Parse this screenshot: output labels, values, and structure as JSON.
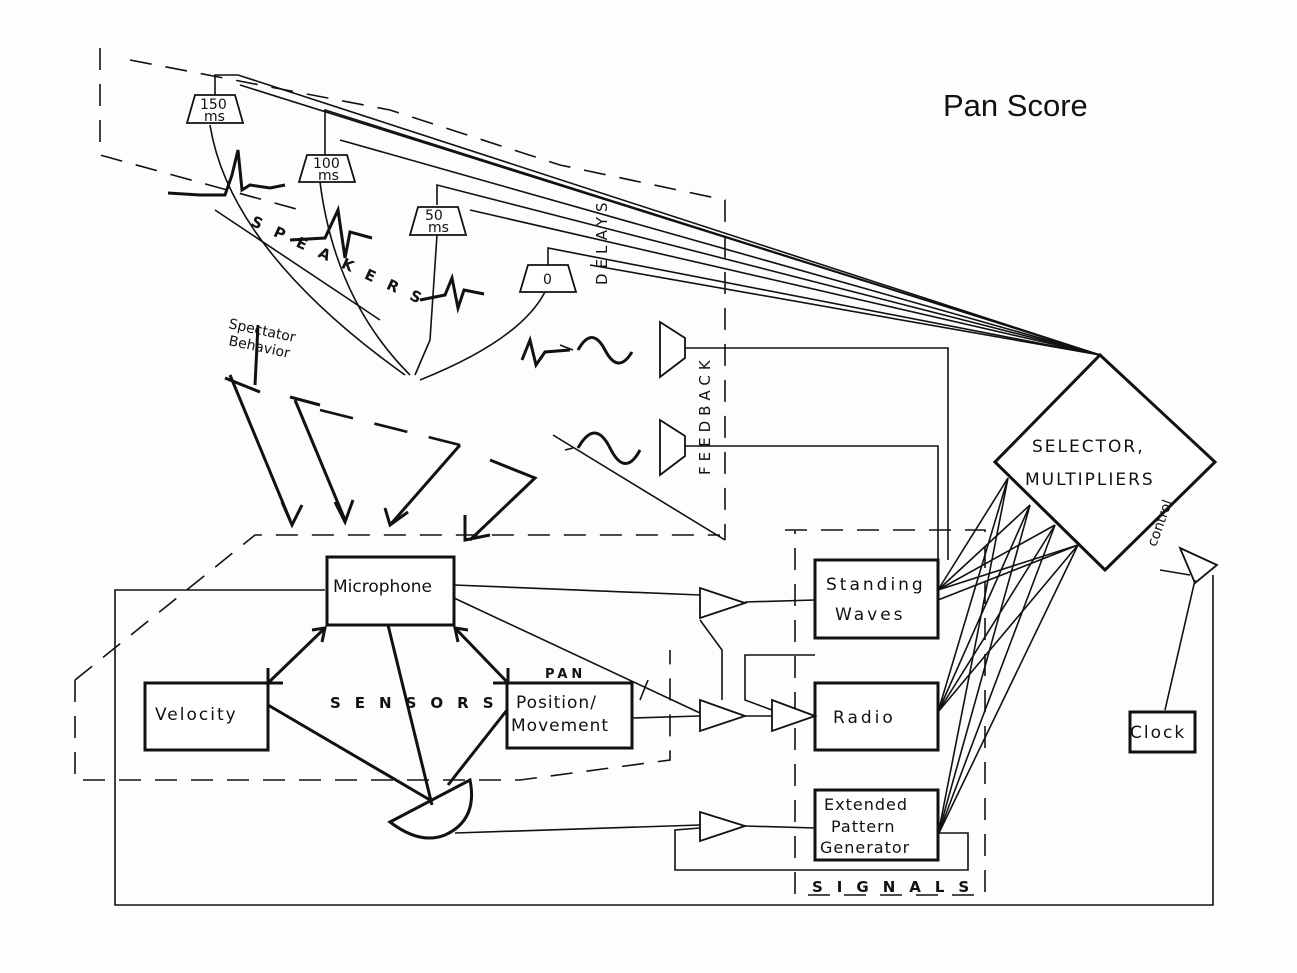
{
  "title": "Pan Score",
  "boxes": {
    "microphone": "Microphone",
    "velocity": "Velocity",
    "position_line1": "Position/",
    "position_line2": "Movement",
    "standing_line1": "Standing",
    "standing_line2": "Waves",
    "radio": "Radio",
    "epg_line1": "Extended",
    "epg_line2": "Pattern",
    "epg_line3": "Generator",
    "clock": "Clock",
    "selector_line1": "SELECTOR,",
    "selector_line2": "MULTIPLIERS"
  },
  "delays": {
    "d150_num": "150",
    "d150_unit": "ms",
    "d100_num": "100",
    "d100_unit": "ms",
    "d50_num": "50",
    "d50_unit": "ms",
    "d0": "0"
  },
  "labels": {
    "delays": "DELAYS",
    "feedback": "FEEDBACK",
    "speakers": "SPEAKERS",
    "spectator_line1": "Spectator",
    "spectator_line2": "Behavior",
    "sensors": "SENSORS",
    "pan": "PAN",
    "signals": "SIGNALS",
    "control": "control"
  }
}
